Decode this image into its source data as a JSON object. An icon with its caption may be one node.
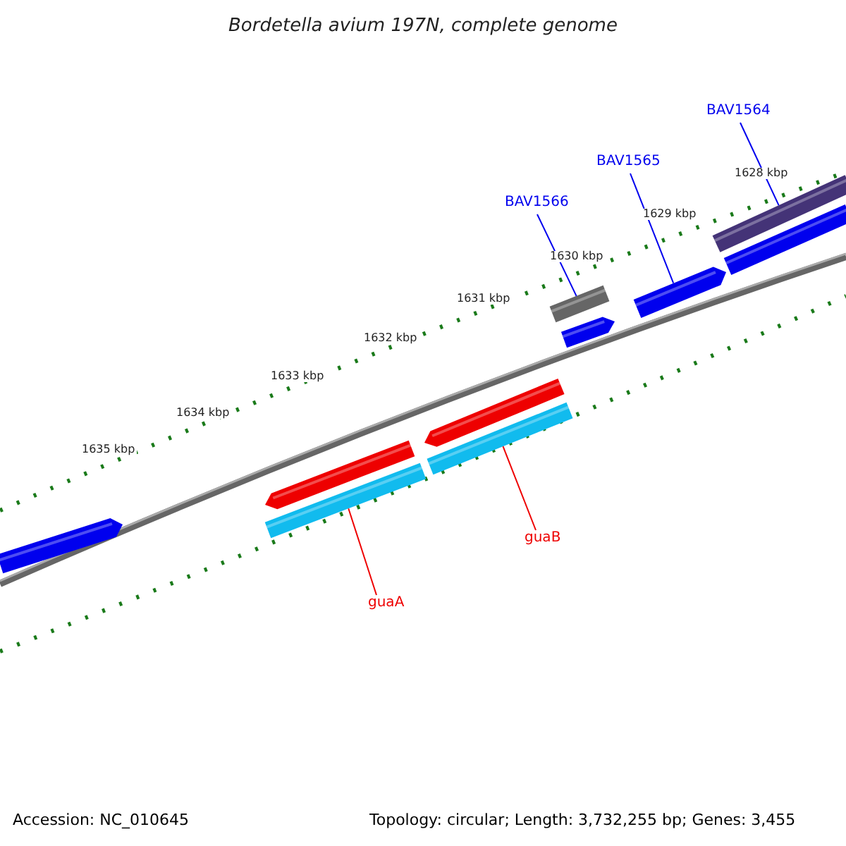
{
  "diagram": {
    "title": "Bordetella avium 197N, complete genome",
    "nodes": [
      {
        "text": [
          "BAV1564"
        ]
      },
      {
        "text": [
          "BAV1565"
        ]
      },
      {
        "text": [
          "BAV1566"
        ]
      },
      {
        "text": [
          "guaB"
        ]
      },
      {
        "text": [
          "guaA"
        ]
      },
      {
        "text": [],
        "shape": "bar"
      },
      {
        "text": [],
        "shape": "bar"
      },
      {
        "text": [],
        "shape": "bar"
      },
      {
        "text": [],
        "shape": "bar"
      },
      {
        "text": [],
        "shape": "bar"
      },
      {
        "text": [],
        "shape": "bar"
      },
      {
        "text": [],
        "shape": "bar"
      },
      {
        "text": [],
        "shape": "bar"
      },
      {
        "text": [],
        "shape": "bar"
      },
      {
        "text": [],
        "shape": "bar"
      }
    ],
    "edges": [
      {
        "from": 0,
        "to": 13,
        "arrow": "none"
      },
      {
        "from": 1,
        "to": 12,
        "arrow": "none"
      },
      {
        "from": 2,
        "to": 10,
        "arrow": "none"
      },
      {
        "from": 3,
        "to": 9,
        "arrow": "none",
        "color": "#ee0000"
      },
      {
        "from": 4,
        "to": 7,
        "arrow": "none",
        "color": "#ee0000"
      }
    ],
    "labels": [
      "1628 kbp",
      "1629 kbp",
      "1630 kbp",
      "1631 kbp",
      "1632 kbp",
      "1633 kbp",
      "1634 kbp",
      "1635 kbp",
      "Accession: NC_010645",
      "Topology: circular; Length: 3,732,255 bp; Genes: 3,455"
    ]
  }
}
